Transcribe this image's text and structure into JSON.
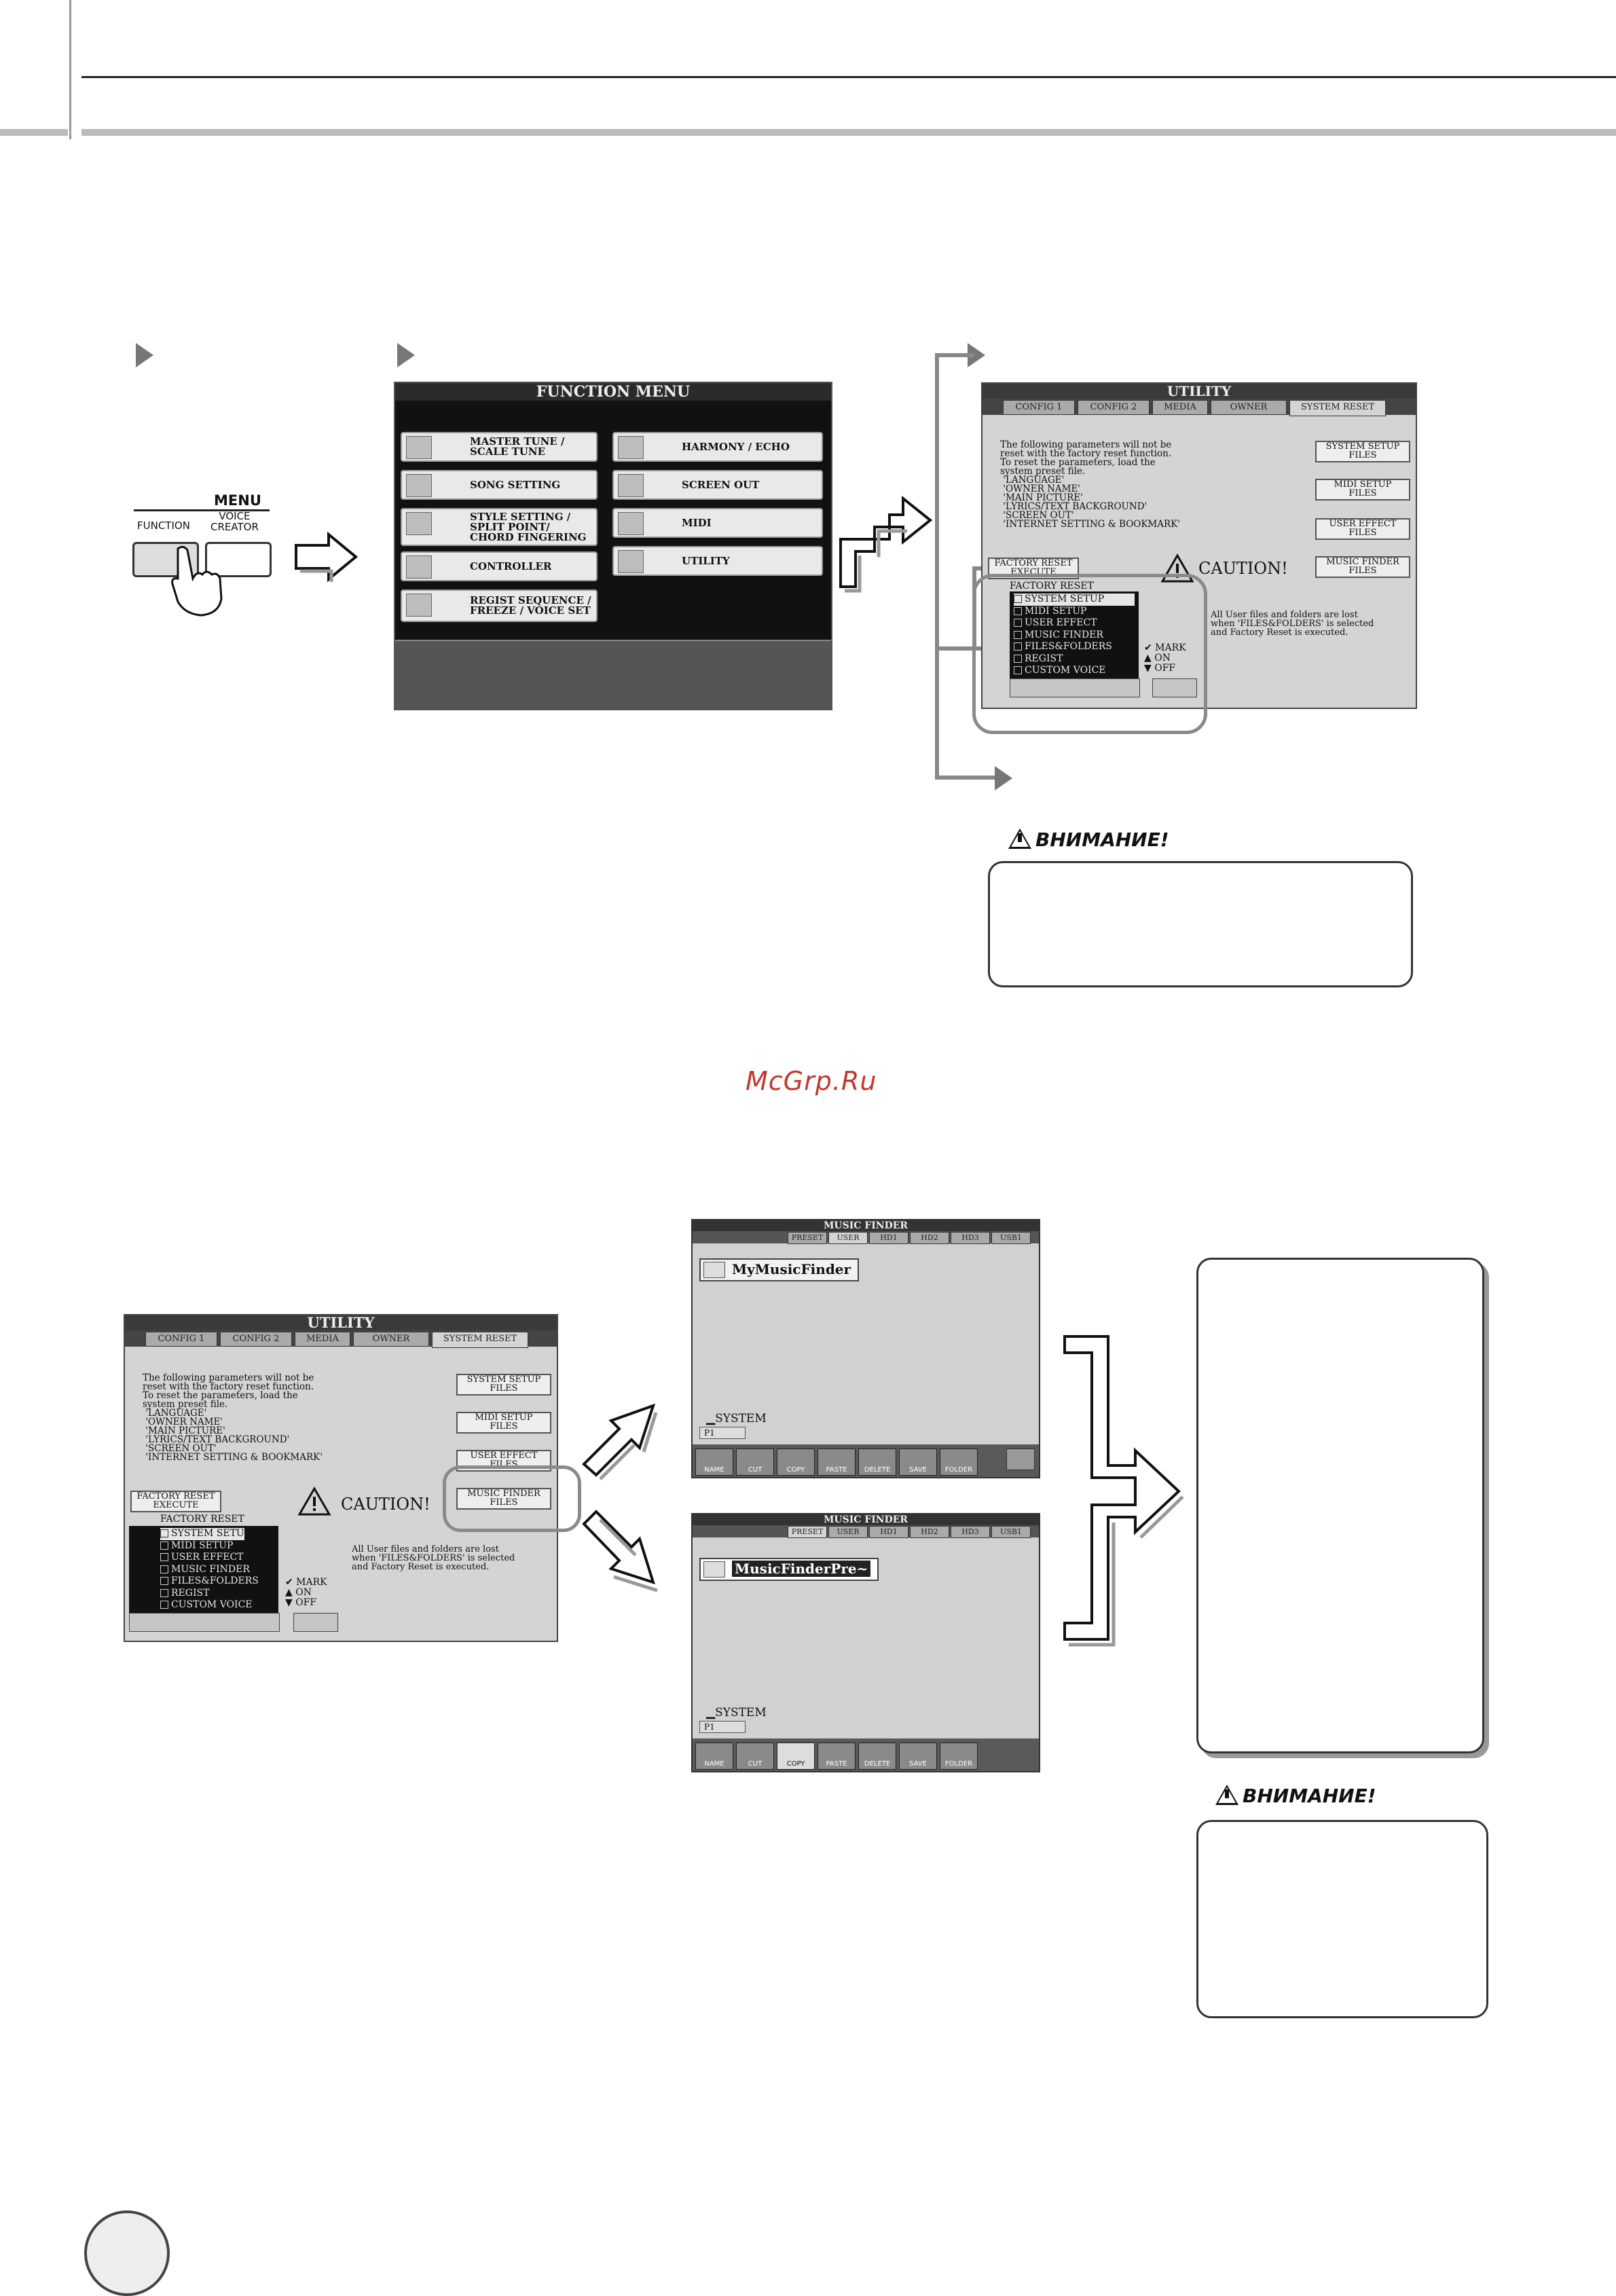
{
  "step1": {
    "menu_label": "MENU",
    "function_label": "FUNCTION",
    "voice_creator_label": "VOICE\nCREATOR"
  },
  "function_menu": {
    "title": "FUNCTION MENU",
    "items_left": [
      "MASTER TUNE /\nSCALE TUNE",
      "SONG SETTING",
      "STYLE SETTING /\nSPLIT POINT/\nCHORD FINGERING",
      "CONTROLLER",
      "REGIST SEQUENCE /\nFREEZE / VOICE SET"
    ],
    "items_right": [
      "HARMONY / ECHO",
      "SCREEN OUT",
      "MIDI",
      "UTILITY"
    ]
  },
  "utility": {
    "title": "UTILITY",
    "tabs": [
      "CONFIG 1",
      "CONFIG 2",
      "MEDIA",
      "OWNER",
      "SYSTEM RESET"
    ],
    "tabs_bottom": [
      "CONFIG 1",
      "CONFIG 2",
      "MEDIA",
      "OWNER",
      "SYSTEM RESET"
    ],
    "description": "The following parameters will not be\nreset with the factory reset function.\nTo reset the parameters, load the\nsystem preset file.\n 'LANGUAGE'\n 'OWNER NAME'\n 'MAIN PICTURE'\n 'LYRICS/TEXT BACKGROUND'\n 'SCREEN OUT'\n 'INTERNET SETTING & BOOKMARK'",
    "side_buttons": [
      "SYSTEM SETUP\nFILES",
      "MIDI SETUP\nFILES",
      "USER EFFECT\nFILES",
      "MUSIC FINDER\nFILES"
    ],
    "factory_reset_execute": "FACTORY RESET\nEXECUTE",
    "factory_reset_label": "FACTORY RESET",
    "list": [
      "SYSTEM SETUP",
      "MIDI SETUP",
      "USER EFFECT",
      "MUSIC FINDER",
      "FILES&FOLDERS",
      "REGIST",
      "CUSTOM VOICE"
    ],
    "caution_title": "CAUTION!",
    "caution_text": "All User files and folders are lost\nwhen 'FILES&FOLDERS' is selected\nand Factory Reset is executed.",
    "mark_on_off": "✔ MARK\n▲ ON\n▼ OFF"
  },
  "music_finder": {
    "title": "MUSIC FINDER",
    "tabs": [
      "PRESET",
      "USER",
      "HD1",
      "HD2",
      "HD3",
      "USB1"
    ],
    "item_top": "MyMusicFinder",
    "item_bottom": "MusicFinderPre~",
    "system_label": "SYSTEM",
    "page_label": "P1",
    "toolbar": [
      "NAME",
      "CUT",
      "COPY",
      "PASTE",
      "DELETE",
      "SAVE",
      "FOLDER"
    ]
  },
  "warning_title": "ВНИМАНИЕ!",
  "watermark": "McGrp.Ru"
}
